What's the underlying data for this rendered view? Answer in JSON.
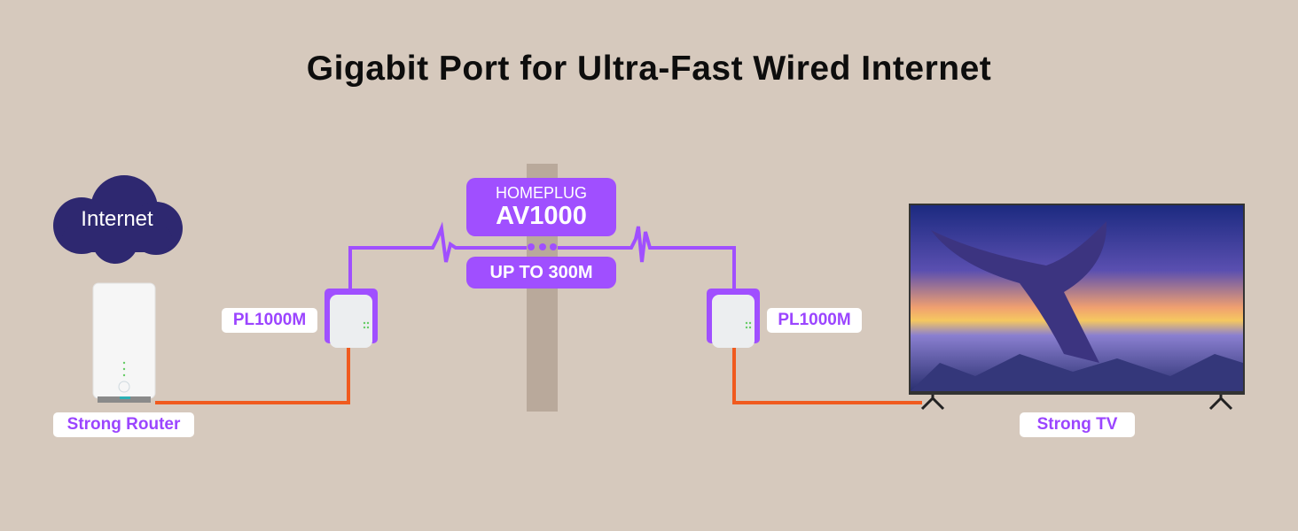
{
  "title": "Gigabit Port for Ultra-Fast Wired Internet",
  "cloud_label": "Internet",
  "router_label": "Strong Router",
  "adapter_left_label": "PL1000M",
  "adapter_right_label": "PL1000M",
  "homeplug": {
    "line1": "HOMEPLUG",
    "line2": "AV1000"
  },
  "speed_label": "UP TO 300M",
  "tv_label": "Strong TV",
  "colors": {
    "purple": "#a04fff",
    "orange": "#f05a1e",
    "cloud": "#2e2870",
    "background": "#d6c9bd"
  }
}
